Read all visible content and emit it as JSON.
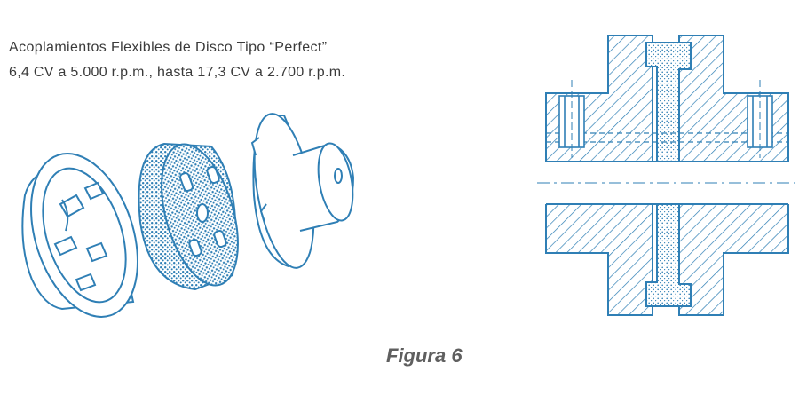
{
  "caption": {
    "line1": "Acoplamientos Flexibles de Disco Tipo “Perfect”",
    "line2": "6,4 CV a 5.000 r.p.m., hasta 17,3 CV a 2.700 r.p.m."
  },
  "figure_label": "Figura 6",
  "colors": {
    "line": "#2f7fb5",
    "rubber": "#3a86bf",
    "text": "#3a3a3a"
  }
}
